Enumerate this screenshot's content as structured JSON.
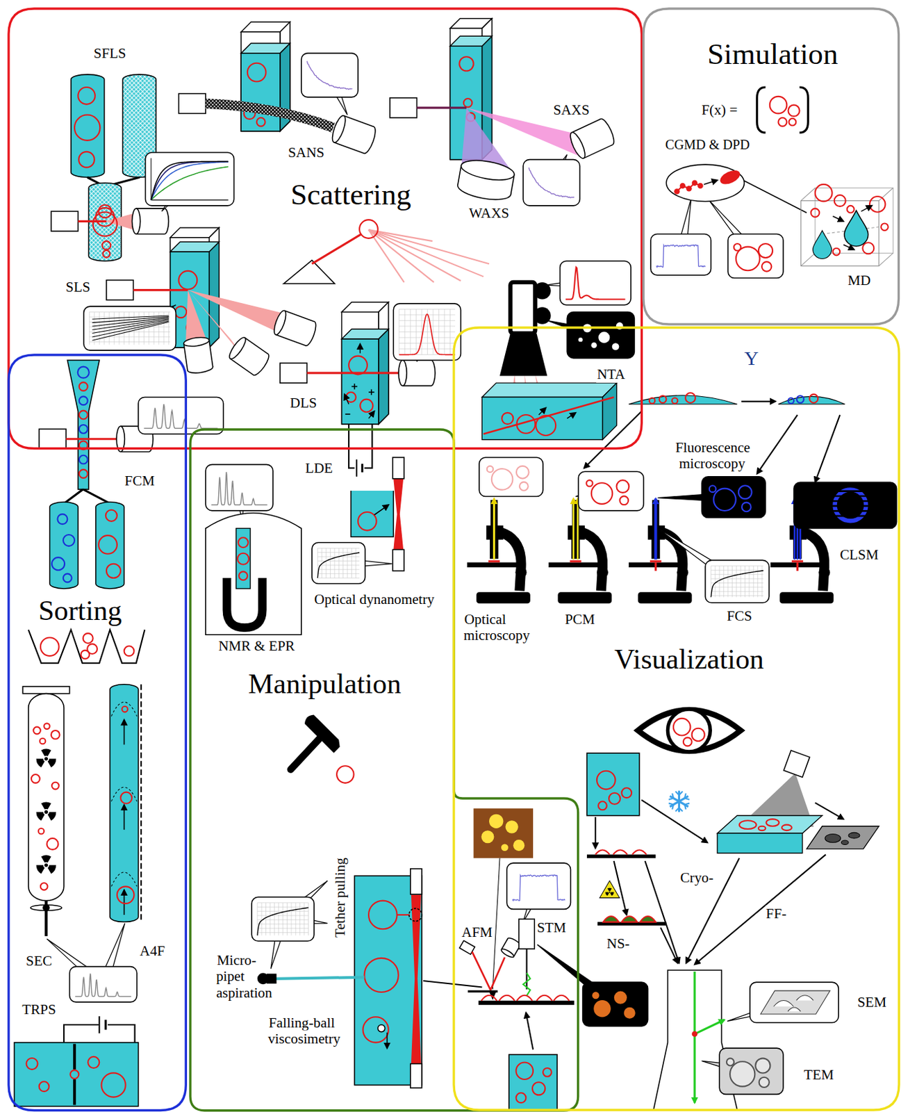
{
  "diagram": {
    "nodes": [
      {
        "text": [
          "Scattering"
        ]
      },
      {
        "text": [
          "Simulation"
        ]
      },
      {
        "text": [
          "Sorting"
        ]
      },
      {
        "text": [
          "Manipulation"
        ]
      },
      {
        "text": [
          "Visualization"
        ]
      }
    ],
    "labels": [
      "SFLS",
      "SANS",
      "SAXS",
      "WAXS",
      "SLS",
      "DLS",
      "NTA",
      "F(x) =",
      "CGMD & DPD",
      "MD",
      "FCM",
      "LDE",
      "Y",
      "Fluorescence microscopy",
      "NMR & EPR",
      "Optical dynanometry",
      "CLSM",
      "Optical microscopy",
      "PCM",
      "FCS",
      "Tether pulling",
      "AFM",
      "STM",
      "Cryo-",
      "FF-",
      "NS-",
      "Micro- pipet aspiration",
      "Falling-ball viscosimetry",
      "SEC",
      "A4F",
      "TRPS",
      "SEM",
      "TEM"
    ]
  }
}
